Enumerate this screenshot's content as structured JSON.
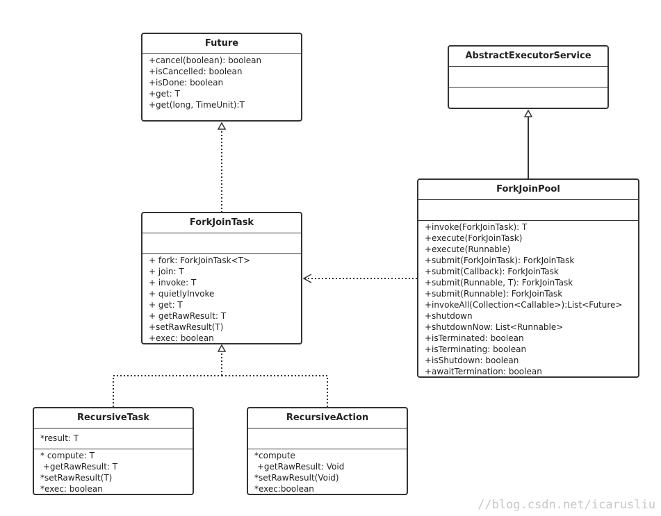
{
  "classes": {
    "future": {
      "name": "Future",
      "attributes": [],
      "methods": [
        "+cancel(boolean): boolean",
        "+isCancelled: boolean",
        "+isDone: boolean",
        "+get: T",
        "+get(long, TimeUnit):T"
      ]
    },
    "abstract_executor_service": {
      "name": "AbstractExecutorService",
      "attributes": [],
      "methods": []
    },
    "fork_join_task": {
      "name": "ForkJoinTask",
      "attributes": [],
      "methods": [
        "+ fork: ForkJoinTask<T>",
        "+ join: T",
        "+ invoke: T",
        "+ quietlyInvoke",
        "+ get: T",
        "+ getRawResult: T",
        "+setRawResult(T)",
        "+exec: boolean"
      ]
    },
    "fork_join_pool": {
      "name": "ForkJoinPool",
      "attributes": [],
      "methods": [
        "+invoke(ForkJoinTask): T",
        "+execute(ForkJoinTask)",
        "+execute(Runnable)",
        "+submit(ForkJoinTask): ForkJoinTask",
        "+submit(Callback): ForkJoinTask",
        "+submit(Runnable, T): ForkJoinTask",
        "+submit(Runnable): ForkJoinTask",
        "+invokeAll(Collection<Callable>):List<Future>",
        "+shutdown",
        "+shutdownNow: List<Runnable>",
        "+isTerminated: boolean",
        "+isTerminating: boolean",
        "+isShutdown: boolean",
        "+awaitTermination: boolean"
      ]
    },
    "recursive_task": {
      "name": "RecursiveTask",
      "attributes": [
        "*result: T"
      ],
      "methods": [
        "* compute: T",
        " +getRawResult: T",
        "*setRawResult(T)",
        "*exec: boolean"
      ]
    },
    "recursive_action": {
      "name": "RecursiveAction",
      "attributes": [],
      "methods": [
        "*compute",
        " +getRawResult: Void",
        "*setRawResult(Void)",
        "*exec:boolean"
      ]
    }
  },
  "relationships": [
    {
      "from": "fork_join_task",
      "to": "future",
      "kind": "realization"
    },
    {
      "from": "fork_join_pool",
      "to": "abstract_executor_service",
      "kind": "generalization"
    },
    {
      "from": "fork_join_pool",
      "to": "fork_join_task",
      "kind": "dependency"
    },
    {
      "from": "recursive_task",
      "to": "fork_join_task",
      "kind": "realization"
    },
    {
      "from": "recursive_action",
      "to": "fork_join_task",
      "kind": "realization"
    }
  ],
  "colors": {
    "stroke": "#333333",
    "watermark": "#c8c8c8"
  },
  "watermark": "//blog.csdn.net/icarusliu"
}
